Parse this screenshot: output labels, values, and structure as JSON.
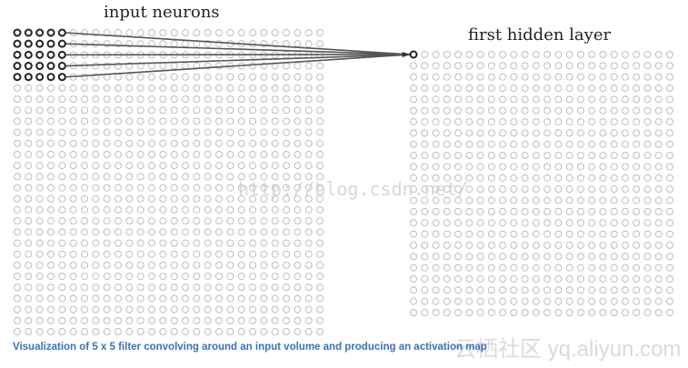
{
  "labels": {
    "input_title": "input neurons",
    "hidden_title": "first hidden layer",
    "caption": "Visualization of 5 x 5 filter convolving around an input volume and producing an activation map"
  },
  "watermarks": {
    "center": "http://blog.csdn.net/",
    "corner": "云栖社区 yq.aliyun.com"
  },
  "diagram": {
    "input_grid": {
      "rows": 28,
      "cols": 28
    },
    "hidden_grid": {
      "rows": 24,
      "cols": 24
    },
    "receptive_field": {
      "rows": 5,
      "cols": 5
    },
    "connections": 5
  },
  "colors": {
    "neuron": "#bdbdbd",
    "highlight": "#222222",
    "caption": "#3a72b8"
  }
}
